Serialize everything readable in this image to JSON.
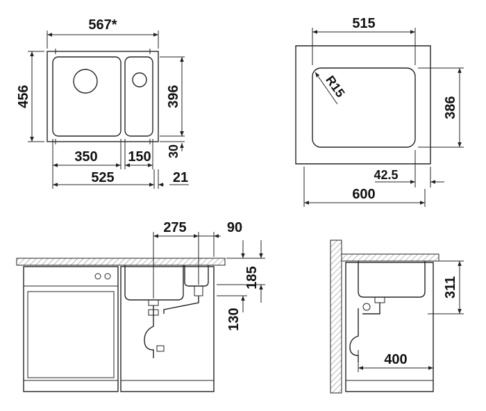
{
  "top_left_view": {
    "overall_width": "567*",
    "overall_height": "456",
    "inner_height": "396",
    "bowl_main_width": "350",
    "bowl_small_width": "150",
    "rim_offset": "30",
    "inner_width": "525",
    "edge_offset": "21"
  },
  "top_right_view": {
    "cutout_width": "515",
    "cutout_height": "386",
    "corner_radius": "R15",
    "edge_offset": "42.5",
    "cabinet_width": "600"
  },
  "front_view": {
    "drain_spacing": "275",
    "second_drain_offset": "90",
    "bowl_depth": "185",
    "drain_height": "130"
  },
  "side_view": {
    "depth": "311",
    "trap_distance": "400"
  },
  "colors": {
    "line": "#222222",
    "hatch": "#888888",
    "text": "#111111"
  }
}
